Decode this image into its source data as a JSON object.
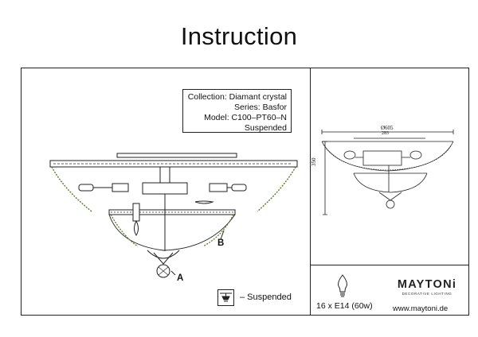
{
  "title": "Instruction",
  "info": {
    "collection": "Collection: Diamant crystal",
    "series": "Series: Basfor",
    "model": "Model: C100–PT60–N",
    "type": "Suspended"
  },
  "labels": {
    "a": "A",
    "b": "B"
  },
  "legend": {
    "icon": "suspended-mount-icon",
    "text": "– Suspended"
  },
  "dimensions": {
    "diameter": "Ø605",
    "inner": "283",
    "height": "350"
  },
  "bulb": {
    "icon": "light-bulb-icon",
    "spec": "16 x E14 (60w)"
  },
  "brand": {
    "name": "MAYTONi",
    "tagline": "DECORATIVE LIGHTING",
    "url": "www.maytoni.de"
  }
}
